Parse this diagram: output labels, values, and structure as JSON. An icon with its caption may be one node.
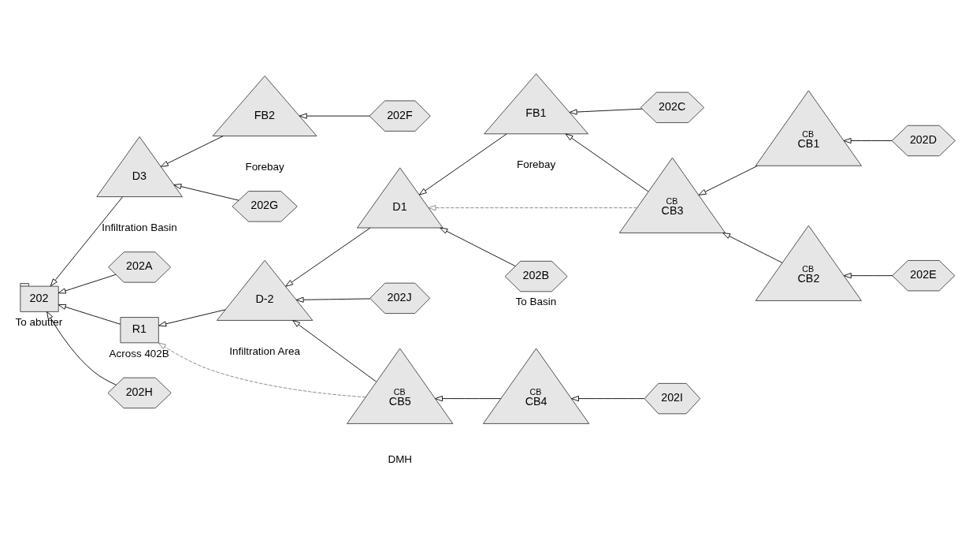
{
  "diagram": {
    "nodes": [
      {
        "text": [
          "202F"
        ]
      },
      {
        "text": [
          "FB2"
        ],
        "beside": [
          "Forebay"
        ]
      },
      {
        "text": [
          "202I"
        ]
      },
      {
        "text": [
          "CB",
          "CB4"
        ]
      },
      {
        "text": [
          "202D"
        ]
      },
      {
        "text": [
          "202E"
        ]
      },
      {
        "text": [
          "CB",
          "CB1"
        ]
      },
      {
        "text": [
          "CB",
          "CB2"
        ]
      },
      {
        "text": [
          "CB",
          "CB5"
        ],
        "beside": [
          "DMH"
        ]
      },
      {
        "text": [
          "CB",
          "CB3"
        ]
      },
      {
        "text": [
          "202G"
        ]
      },
      {
        "text": [
          "D3"
        ],
        "beside": [
          "Infiltration Basin"
        ]
      },
      {
        "text": [
          "202A"
        ]
      },
      {
        "text": [
          "202"
        ],
        "beside": [
          "To abutter"
        ]
      },
      {
        "text": [
          "R1"
        ],
        "beside": [
          "Across 402B"
        ]
      },
      {
        "text": [
          "D-2"
        ],
        "beside": [
          "Infiltration Area"
        ]
      },
      {
        "text": [
          "D1"
        ]
      },
      {
        "text": [
          "FB1"
        ],
        "beside": [
          "Forebay"
        ]
      },
      {
        "text": [
          "202C"
        ]
      },
      {
        "text": [
          "202H"
        ]
      },
      {
        "text": [
          "202J"
        ]
      },
      {
        "text": [
          "202B"
        ],
        "beside": [
          "To Basin"
        ]
      }
    ],
    "edges": [
      {
        "from": 0,
        "to": 1,
        "arrow": "to"
      },
      {
        "from": 1,
        "to": 11,
        "arrow": "to"
      },
      {
        "from": 2,
        "to": 3,
        "arrow": "to"
      },
      {
        "from": 3,
        "to": 8,
        "arrow": "to"
      },
      {
        "from": 4,
        "to": 6,
        "arrow": "to"
      },
      {
        "from": 5,
        "to": 7,
        "arrow": "to"
      },
      {
        "from": 6,
        "to": 9,
        "arrow": "to"
      },
      {
        "from": 7,
        "to": 9,
        "arrow": "to"
      },
      {
        "from": 8,
        "to": 14,
        "arrow": "to",
        "style": "dashed",
        "color": "#808080"
      },
      {
        "from": 8,
        "to": 15,
        "arrow": "to"
      },
      {
        "from": 9,
        "to": 16,
        "arrow": "to",
        "style": "dashed",
        "color": "#808080"
      },
      {
        "from": 9,
        "to": 17,
        "arrow": "to"
      },
      {
        "from": 10,
        "to": 11,
        "arrow": "to"
      },
      {
        "from": 11,
        "to": 13,
        "arrow": "to"
      },
      {
        "from": 12,
        "to": 13,
        "arrow": "to"
      },
      {
        "from": 14,
        "to": 13,
        "arrow": "to"
      },
      {
        "from": 15,
        "to": 14,
        "arrow": "to"
      },
      {
        "from": 16,
        "to": 15,
        "arrow": "to"
      },
      {
        "from": 17,
        "to": 16,
        "arrow": "to"
      },
      {
        "from": 18,
        "to": 17,
        "arrow": "to"
      },
      {
        "from": 19,
        "to": 13,
        "arrow": "to"
      },
      {
        "from": 20,
        "to": 15,
        "arrow": "to"
      },
      {
        "from": 21,
        "to": 16,
        "arrow": "to"
      }
    ]
  }
}
